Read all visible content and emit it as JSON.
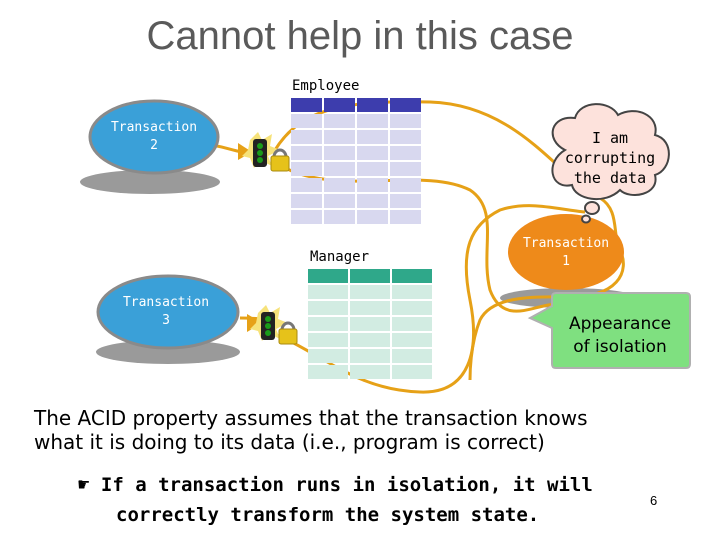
{
  "title": "Cannot help in this case",
  "employee_label": "Employee",
  "manager_label": "Manager",
  "transaction2": {
    "line1": "Transaction",
    "line2": "2"
  },
  "transaction3": {
    "line1": "Transaction",
    "line2": "3"
  },
  "transaction1": {
    "line1": "Transaction",
    "line2": "1"
  },
  "cloud": {
    "line1": "I am",
    "line2": "corrupting",
    "line3": "the data"
  },
  "callout": {
    "line1": "Appearance",
    "line2": "of isolation"
  },
  "body": {
    "line1": "The ACID property assumes that the transaction knows",
    "line2": "what it is doing to its data (i.e., program is correct)"
  },
  "bullet": {
    "icon": "pointing-hand-icon",
    "symbol": "☛",
    "line1": "If a transaction runs in isolation, it will",
    "line2": "correctly transform the system state."
  },
  "page_number": "6",
  "colors": {
    "employee_header": "#3d3dad",
    "manager_header": "#2fa88a",
    "transaction_ellipse": "#3aa0d8",
    "transaction1_ellipse": "#ee8a1a",
    "path": "#e6a117",
    "callout": "#7fe080"
  }
}
